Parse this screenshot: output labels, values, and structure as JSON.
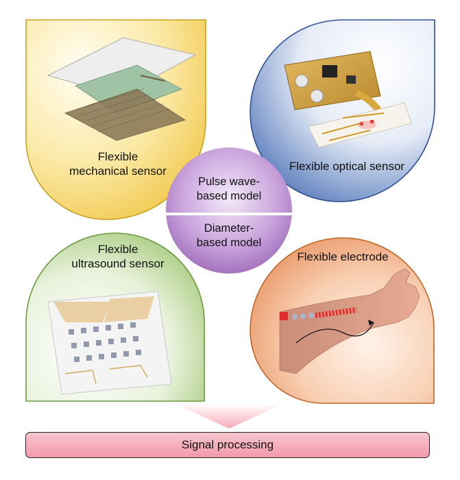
{
  "panels": {
    "mechanical": {
      "label_line1": "Flexible",
      "label_line2": "mechanical sensor"
    },
    "optical": {
      "label": "Flexible optical sensor"
    },
    "ultrasound": {
      "label_line1": "Flexible",
      "label_line2": "ultrasound sensor"
    },
    "electrode": {
      "label": "Flexible electrode"
    }
  },
  "center": {
    "top_line1": "Pulse wave-",
    "top_line2": "based model",
    "bottom_line1": "Diameter-",
    "bottom_line2": "based model"
  },
  "footer": {
    "label": "Signal processing"
  },
  "colors": {
    "mechanical": "#f0c84a",
    "optical": "#3f63a8",
    "ultrasound": "#86b35a",
    "electrode": "#e08a4e",
    "center": "#9b67b8",
    "footer": "#f39aaa"
  }
}
